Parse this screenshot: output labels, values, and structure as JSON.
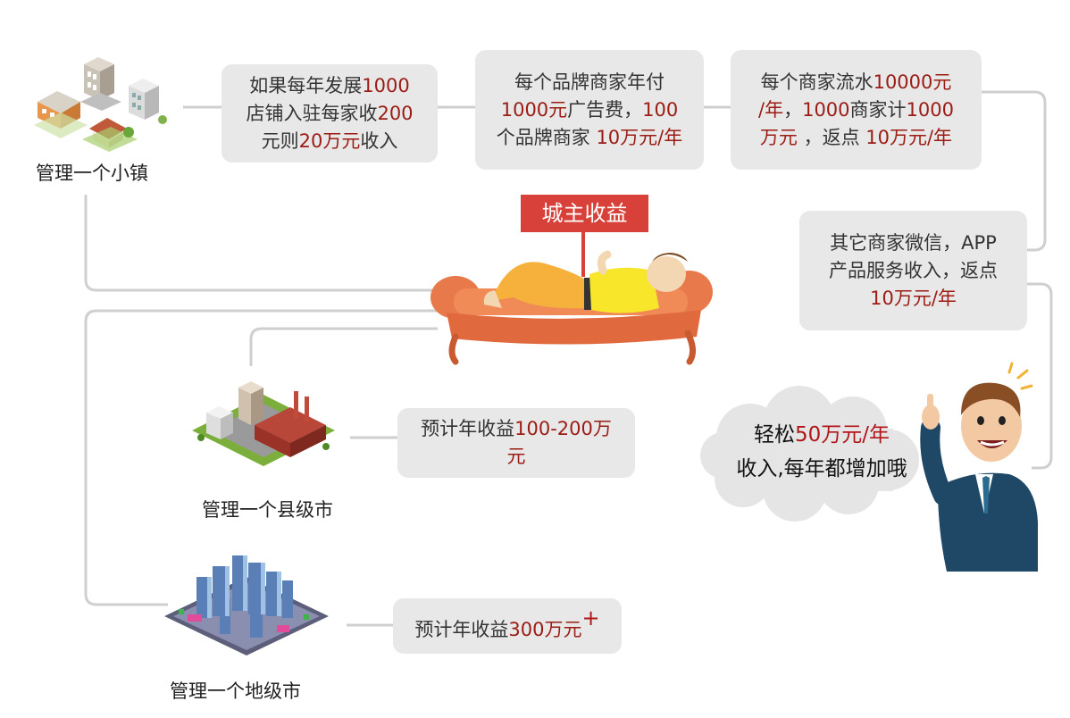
{
  "title_banner": "城主收益",
  "levels": {
    "town": {
      "label": "管理一个小镇"
    },
    "county": {
      "label": "管理一个县级市"
    },
    "prefecture": {
      "label": "管理一个地级市"
    }
  },
  "income_boxes": {
    "stores": {
      "l1a": "如果每年发展",
      "l1b": "1000",
      "l2a": "店铺入驻每家收",
      "l2b": "200",
      "l3a": "元则",
      "l3b": "20万元",
      "l3c": "收入"
    },
    "brands": {
      "l1": "每个品牌商家年付",
      "l2a": "1000元",
      "l2b": "广告费，",
      "l2c": "100",
      "l3a": "个品牌商家 ",
      "l3b": "10万元/年"
    },
    "turnover": {
      "l1a": "每个商家流水",
      "l1b": "10000元",
      "l2a": "/年",
      "l2b": "，",
      "l2c": "1000",
      "l2d": "商家计",
      "l2e": "1000",
      "l3a": "万元",
      "l3b": " ，返点 ",
      "l3c": "10万元/年"
    },
    "other": {
      "l1": "其它商家微信，APP",
      "l2": "产品服务收入，返点",
      "l3": "10万元/年"
    },
    "county": {
      "a": "预计年收益",
      "b": "100-200万",
      "c": "元"
    },
    "prefecture": {
      "a": "预计年收益",
      "b": "300万元",
      "c": "+"
    }
  },
  "cloud": {
    "l1a": "轻松",
    "l1b": "50万元/年",
    "l2": "收入,每年都增加哦"
  },
  "colors": {
    "box_bg": "#e8e8e8",
    "highlight": "#9b1c14",
    "banner": "#d8403a",
    "connector": "#cccccc"
  }
}
